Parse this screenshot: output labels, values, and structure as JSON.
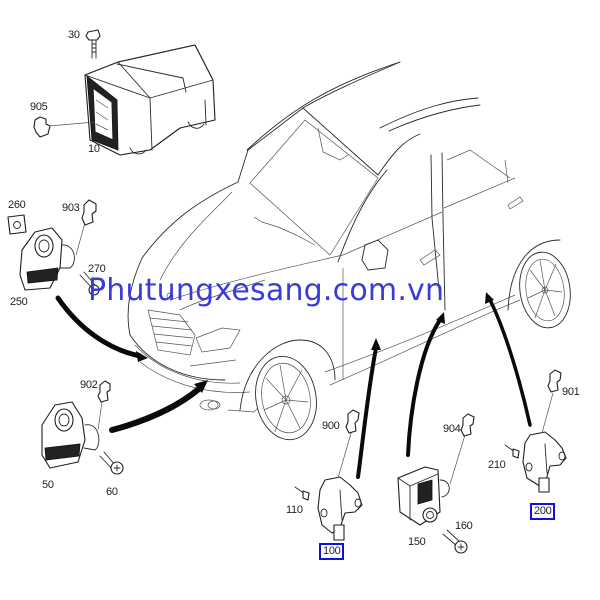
{
  "diagram": {
    "subject": "Airbag control unit and crash sensors",
    "watermark": "Phutungxesang.com.vn",
    "accent_box_color": "#1010e0",
    "watermark_color": "#3b3bdc",
    "callouts": [
      {
        "id": "30",
        "label": "30",
        "part": "screw"
      },
      {
        "id": "905",
        "label": "905",
        "part": "connector"
      },
      {
        "id": "10",
        "label": "10",
        "part": "control-unit"
      },
      {
        "id": "260",
        "label": "260",
        "part": "clip"
      },
      {
        "id": "903",
        "label": "903",
        "part": "connector"
      },
      {
        "id": "270",
        "label": "270",
        "part": "screw"
      },
      {
        "id": "250",
        "label": "250",
        "part": "front-impact-sensor"
      },
      {
        "id": "902",
        "label": "902",
        "part": "connector"
      },
      {
        "id": "50",
        "label": "50",
        "part": "front-impact-sensor"
      },
      {
        "id": "60",
        "label": "60",
        "part": "screw"
      },
      {
        "id": "900",
        "label": "900",
        "part": "connector"
      },
      {
        "id": "110",
        "label": "110",
        "part": "screw"
      },
      {
        "id": "100",
        "label": "100",
        "part": "side-impact-sensor",
        "highlighted": true
      },
      {
        "id": "904",
        "label": "904",
        "part": "connector"
      },
      {
        "id": "150",
        "label": "150",
        "part": "side-impact-sensor"
      },
      {
        "id": "160",
        "label": "160",
        "part": "screw"
      },
      {
        "id": "901",
        "label": "901",
        "part": "connector"
      },
      {
        "id": "210",
        "label": "210",
        "part": "screw"
      },
      {
        "id": "200",
        "label": "200",
        "part": "side-impact-sensor",
        "highlighted": true
      }
    ]
  }
}
